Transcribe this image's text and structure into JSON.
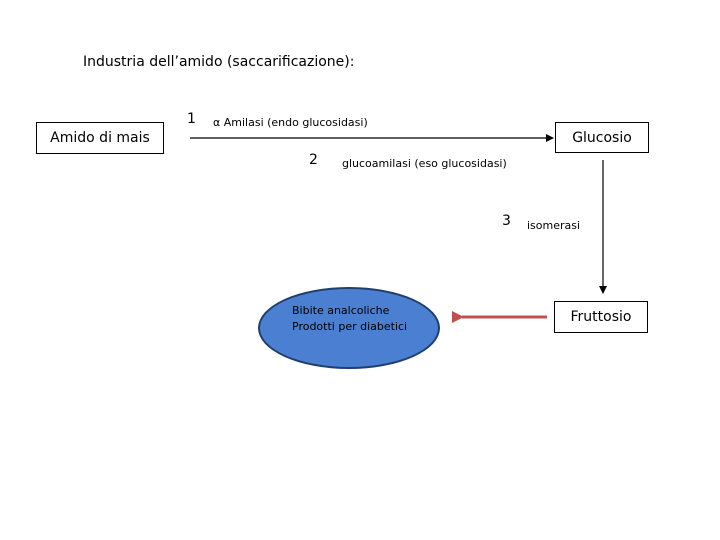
{
  "title": "Industria dell’amido (saccarificazione):",
  "nodes": {
    "amido": "Amido di mais",
    "glucosio": "Glucosio",
    "fruttosio": "Fruttosio"
  },
  "steps": [
    {
      "number": "1",
      "label": "α Amilasi (endo glucosidasi)"
    },
    {
      "number": "2",
      "label": "glucoamilasi (eso glucosidasi)"
    },
    {
      "number": "3",
      "label": "isomerasi"
    }
  ],
  "products": {
    "line1": "Bibite analcoliche",
    "line2": "Prodotti per diabetici"
  },
  "colors": {
    "ellipse_fill": "#4a7fd1",
    "ellipse_border": "#1f3f6e",
    "red_arrow": "#c0504d"
  }
}
